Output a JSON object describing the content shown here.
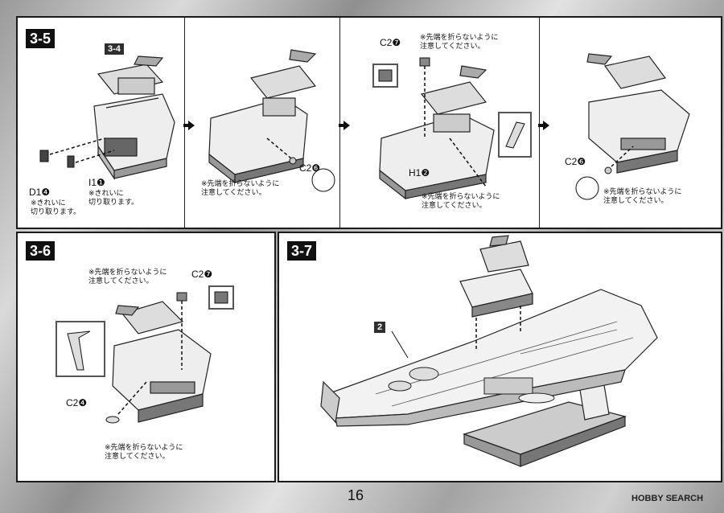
{
  "page": {
    "number": "16",
    "watermark": "HOBBY SEARCH"
  },
  "steps": {
    "s35": {
      "badge": "3-5",
      "ref": "3-4",
      "d1": "D1❹",
      "d1_note": "※きれいに\n切り取ります。",
      "i1": "I1❶",
      "i1_note": "※きれいに\n切り取ります。"
    },
    "s35b": {
      "c26": "C2❻",
      "note": "※先端を折らないように\n注意してください。"
    },
    "s35c": {
      "c27": "C2❼",
      "c27_note": "※先端を折らないように\n注意してください。",
      "h12": "H1❷",
      "h12_note": "※先端を折らないように\n注意してください。"
    },
    "s35d": {
      "c26": "C2❻",
      "note": "※先端を折らないように\n注意してください。"
    },
    "s36": {
      "badge": "3-6",
      "c27": "C2❼",
      "c27_note": "※先端を折らないように\n注意してください。",
      "c24": "C2❹",
      "c24_note": "※先端を折らないように\n注意してください。"
    },
    "s37": {
      "badge": "3-7",
      "ref": "2"
    }
  }
}
